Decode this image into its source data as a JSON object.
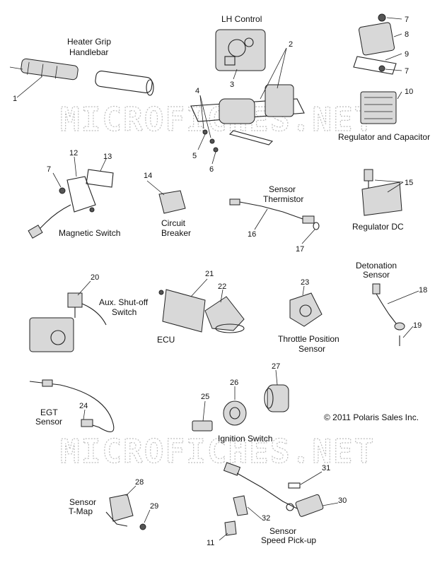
{
  "watermark": "MICROFICHES.NET",
  "copyright": "© 2011 Polaris Sales Inc.",
  "labels": {
    "heater_grip_1": "Heater Grip",
    "heater_grip_2": "Handlebar",
    "lh_control": "LH Control",
    "regulator_capacitor": "Regulator and Capacitor",
    "magnetic_switch": "Magnetic Switch",
    "circuit_breaker_1": "Circuit",
    "circuit_breaker_2": "Breaker",
    "sensor_thermistor_1": "Sensor",
    "sensor_thermistor_2": "Thermistor",
    "regulator_dc": "Regulator DC",
    "detonation_sensor_1": "Detonation",
    "detonation_sensor_2": "Sensor",
    "aux_shutoff_1": "Aux. Shut-off",
    "aux_shutoff_2": "Switch",
    "ecu": "ECU",
    "throttle_position_1": "Throttle Position",
    "throttle_position_2": "Sensor",
    "egt_sensor_1": "EGT",
    "egt_sensor_2": "Sensor",
    "ignition_switch": "Ignition Switch",
    "sensor_tmap_1": "Sensor",
    "sensor_tmap_2": "T-Map",
    "speed_pickup_1": "Sensor",
    "speed_pickup_2": "Speed Pick-up"
  },
  "callouts": [
    "1",
    "2",
    "3",
    "4",
    "5",
    "6",
    "7",
    "8",
    "9",
    "7",
    "10",
    "12",
    "13",
    "7",
    "14",
    "15",
    "16",
    "17",
    "18",
    "19",
    "20",
    "21",
    "22",
    "23",
    "24",
    "25",
    "26",
    "27",
    "28",
    "29",
    "30",
    "31",
    "32",
    "11"
  ]
}
